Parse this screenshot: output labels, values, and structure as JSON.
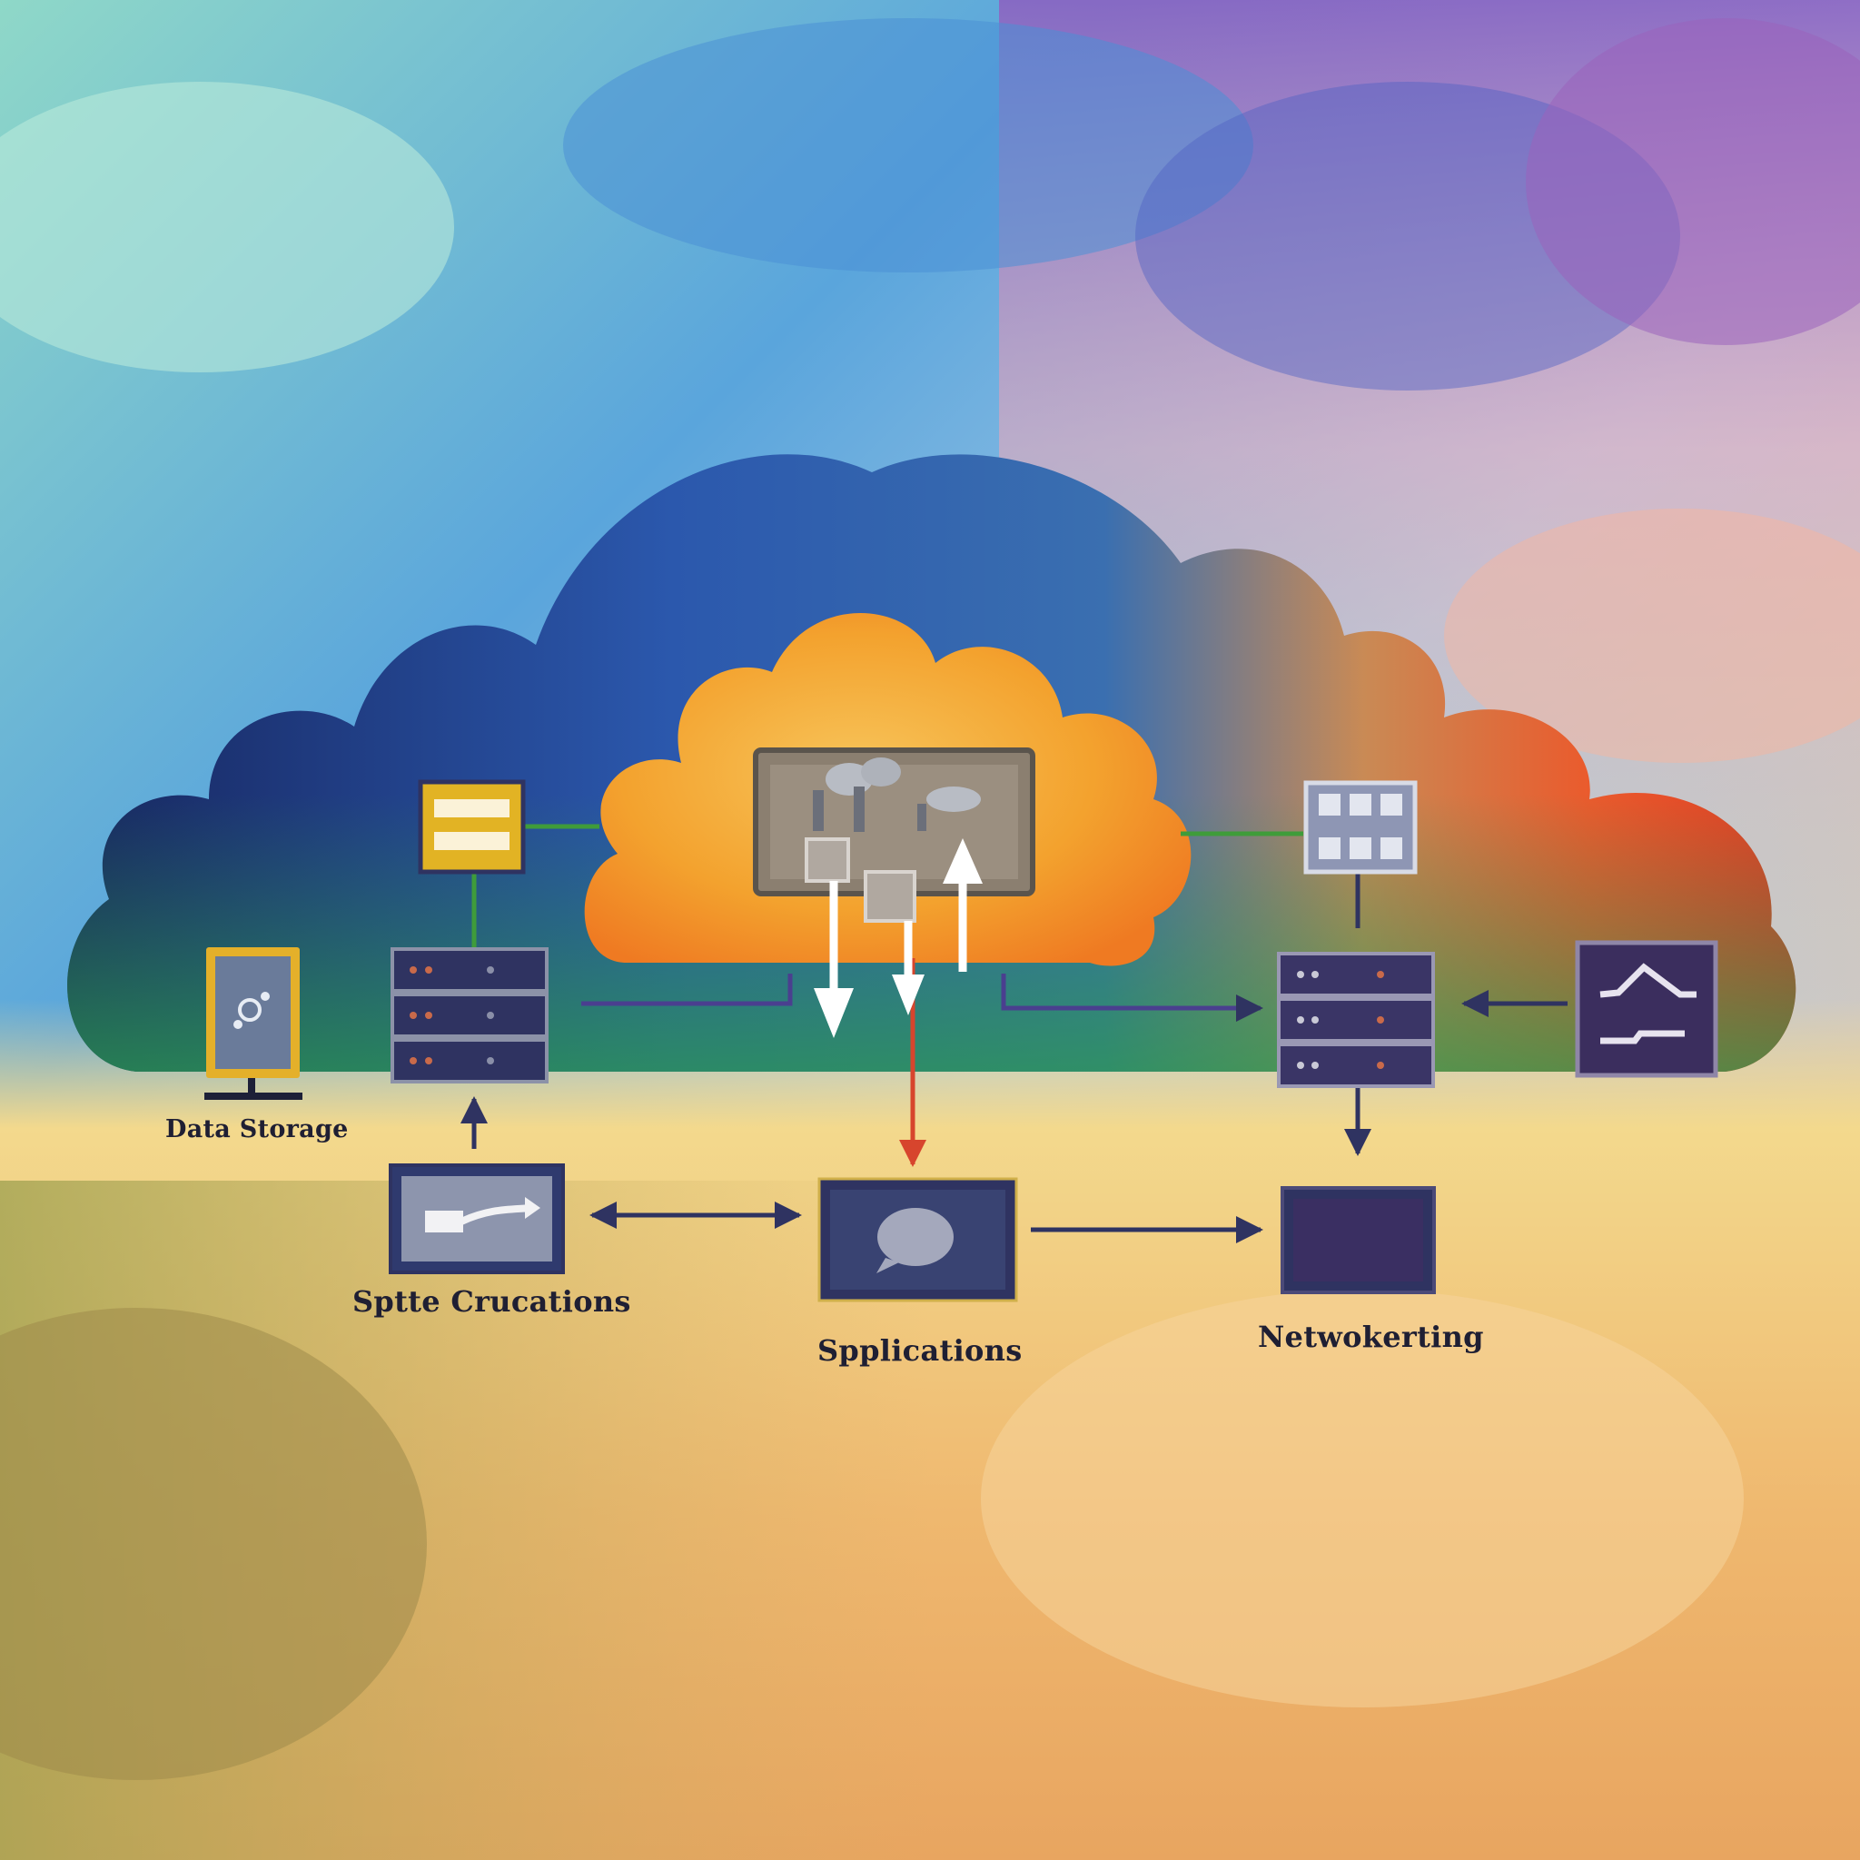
{
  "labels": {
    "data_storage": "Data Storage",
    "sptte_crucations": "Sptte Crucations",
    "spplications": "Spplications",
    "netwokerting": "Netwokerting"
  },
  "colors": {
    "sky_teal": "#7ecfc8",
    "sky_blue": "#4f8fd3",
    "sky_purple": "#8b62b8",
    "sand_yellow": "#f2cf72",
    "sand_orange": "#f1b27a",
    "cloud_navy": "#1d2f6e",
    "cloud_blue": "#2c5fb0",
    "cloud_orange": "#f2a12d",
    "cloud_red": "#e2442a",
    "box_navy": "#2f3361",
    "box_gold": "#e2b324",
    "line_green": "#3f9c3a",
    "line_purple": "#4a3f8f",
    "line_red": "#d7452d"
  },
  "icons": [
    "monitor-icon",
    "menu-icon",
    "server-rack-icon",
    "factory-screen-icon",
    "grid-icon",
    "chart-icon",
    "arrow-screen-icon",
    "chat-bubble-icon",
    "dark-screen-icon"
  ]
}
